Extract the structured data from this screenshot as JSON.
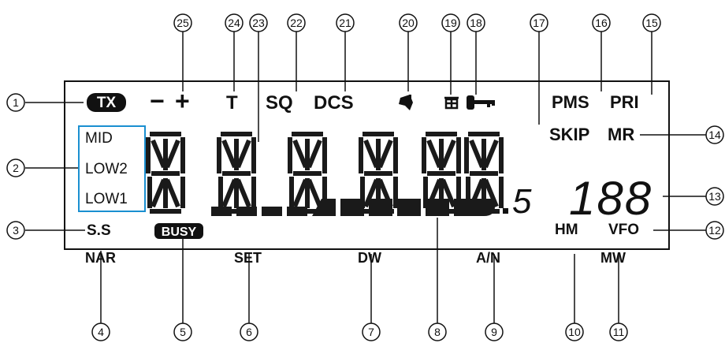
{
  "callouts": [
    "1",
    "2",
    "3",
    "4",
    "5",
    "6",
    "7",
    "8",
    "9",
    "10",
    "11",
    "12",
    "13",
    "14",
    "15",
    "16",
    "17",
    "18",
    "19",
    "20",
    "21",
    "22",
    "23",
    "24",
    "25"
  ],
  "display": {
    "tx": "TX",
    "minus": "−",
    "plus": "+",
    "t": "T",
    "sq": "SQ",
    "dcs": "DCS",
    "pms": "PMS",
    "pri": "PRI",
    "skip": "SKIP",
    "mr": "MR",
    "mid": "MID",
    "low2": "LOW2",
    "low1": "LOW1",
    "ss": "S.S",
    "nar": "NAR",
    "busy": "BUSY",
    "set": "SET",
    "dw": "DW",
    "an": "A/N",
    "hm": "HM",
    "vfo": "VFO",
    "mw": "MW",
    "small_five": "5",
    "channel": "188"
  },
  "s_meter_level": 1.0
}
